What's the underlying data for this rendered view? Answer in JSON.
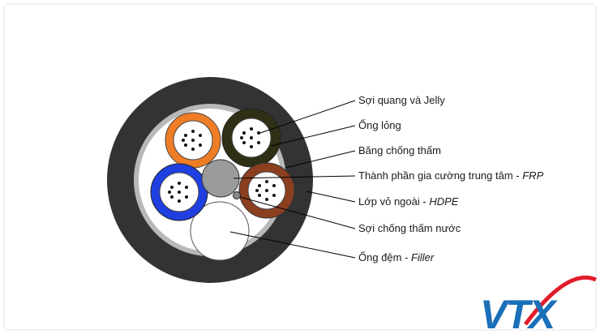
{
  "diagram": {
    "labels": [
      {
        "text": "Sợi quang và Jelly",
        "suffix": ""
      },
      {
        "text": "Ống lỏng",
        "suffix": ""
      },
      {
        "text": "Băng chống thấm",
        "suffix": ""
      },
      {
        "text": "Thành phần gia cường trung tâm - ",
        "suffix": "FRP"
      },
      {
        "text": "Lớp vỏ ngoài - ",
        "suffix": "HDPE"
      },
      {
        "text": "Sợi chống thấm nước",
        "suffix": ""
      },
      {
        "text": "Ống đệm - ",
        "suffix": "Filler"
      }
    ]
  },
  "logo": {
    "text": "VTX"
  },
  "colors": {
    "sheath": "#333333",
    "tape": "#b8b8b8",
    "tube_orange": "#ef7d26",
    "tube_olive": "#2f2f15",
    "tube_blue": "#1f3fe0",
    "tube_brown": "#8b3f1f",
    "frp": "#9b9b9b",
    "logo_blue": "#1a70b8",
    "logo_red": "#e21c2a"
  }
}
